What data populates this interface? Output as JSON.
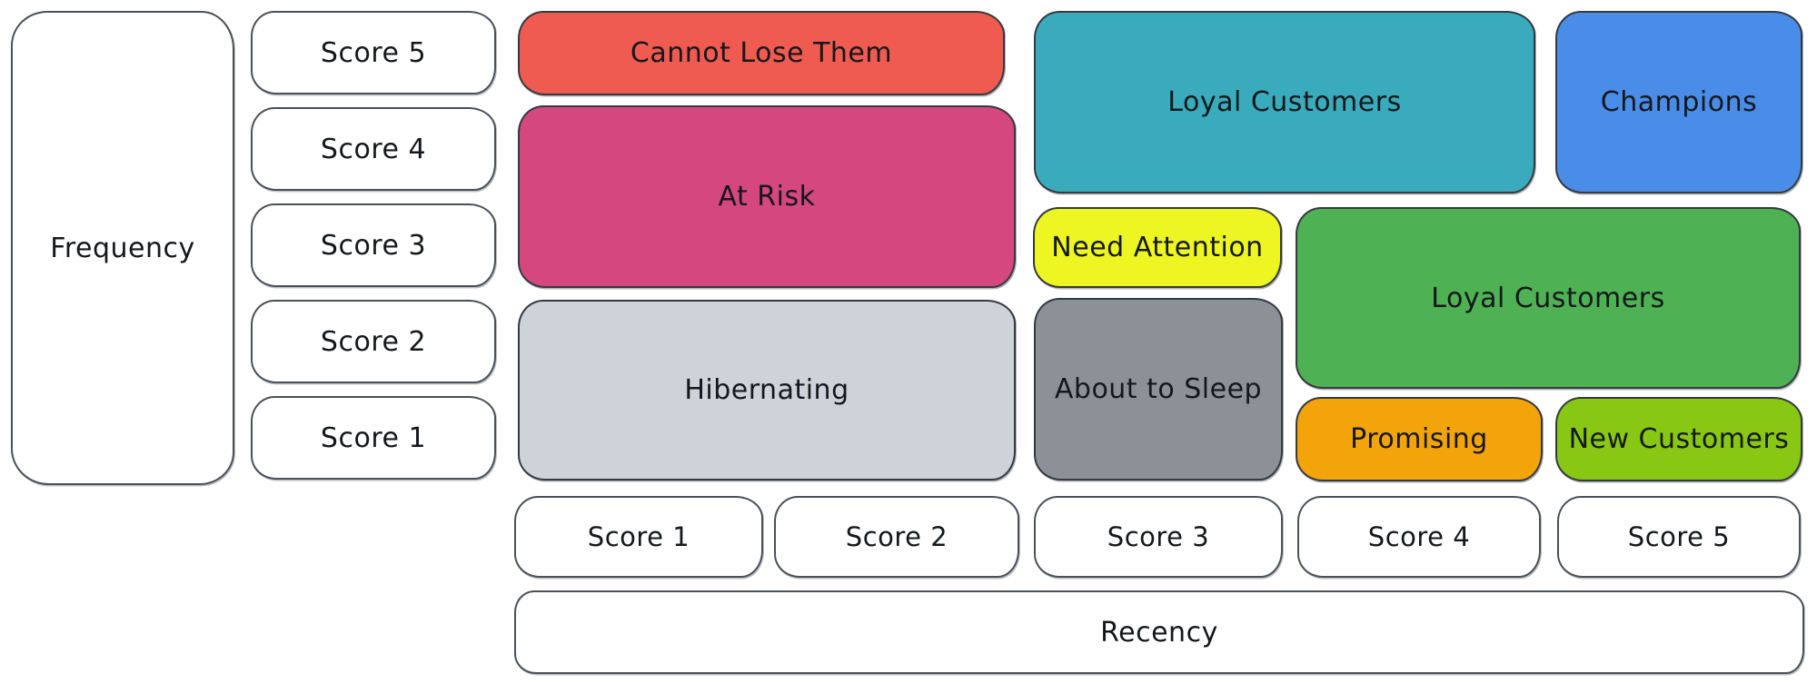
{
  "ink_color": "#15181b",
  "axes": {
    "frequency": {
      "label": "Frequency",
      "scores": [
        "Score 5",
        "Score 4",
        "Score 3",
        "Score 2",
        "Score 1"
      ]
    },
    "recency": {
      "label": "Recency",
      "scores": [
        "Score 1",
        "Score 2",
        "Score 3",
        "Score 4",
        "Score 5"
      ]
    }
  },
  "segments": [
    {
      "label": "Cannot Lose Them",
      "color": "#ef5a51",
      "recency_scores": "1-2",
      "frequency_scores": "5"
    },
    {
      "label": "At Risk",
      "color": "#d5477f",
      "recency_scores": "1-2",
      "frequency_scores": "3-4"
    },
    {
      "label": "Hibernating",
      "color": "#ced3d9",
      "recency_scores": "1-2",
      "frequency_scores": "1-2"
    },
    {
      "label": "Loyal Customers",
      "color": "#3aabbc",
      "recency_scores": "3-4",
      "frequency_scores": "4-5"
    },
    {
      "label": "Champions",
      "color": "#4a8de9",
      "recency_scores": "5",
      "frequency_scores": "4-5"
    },
    {
      "label": "Need Attention",
      "color": "#edf522",
      "recency_scores": "3",
      "frequency_scores": "3"
    },
    {
      "label": "Loyal Customers",
      "color": "#4eb153",
      "recency_scores": "4-5",
      "frequency_scores": "2-3"
    },
    {
      "label": "About to Sleep",
      "color": "#8c9198",
      "recency_scores": "3",
      "frequency_scores": "1-2"
    },
    {
      "label": "Promising",
      "color": "#f3a40b",
      "recency_scores": "4",
      "frequency_scores": "1"
    },
    {
      "label": "New Customers",
      "color": "#88c814",
      "recency_scores": "5",
      "frequency_scores": "1"
    }
  ]
}
